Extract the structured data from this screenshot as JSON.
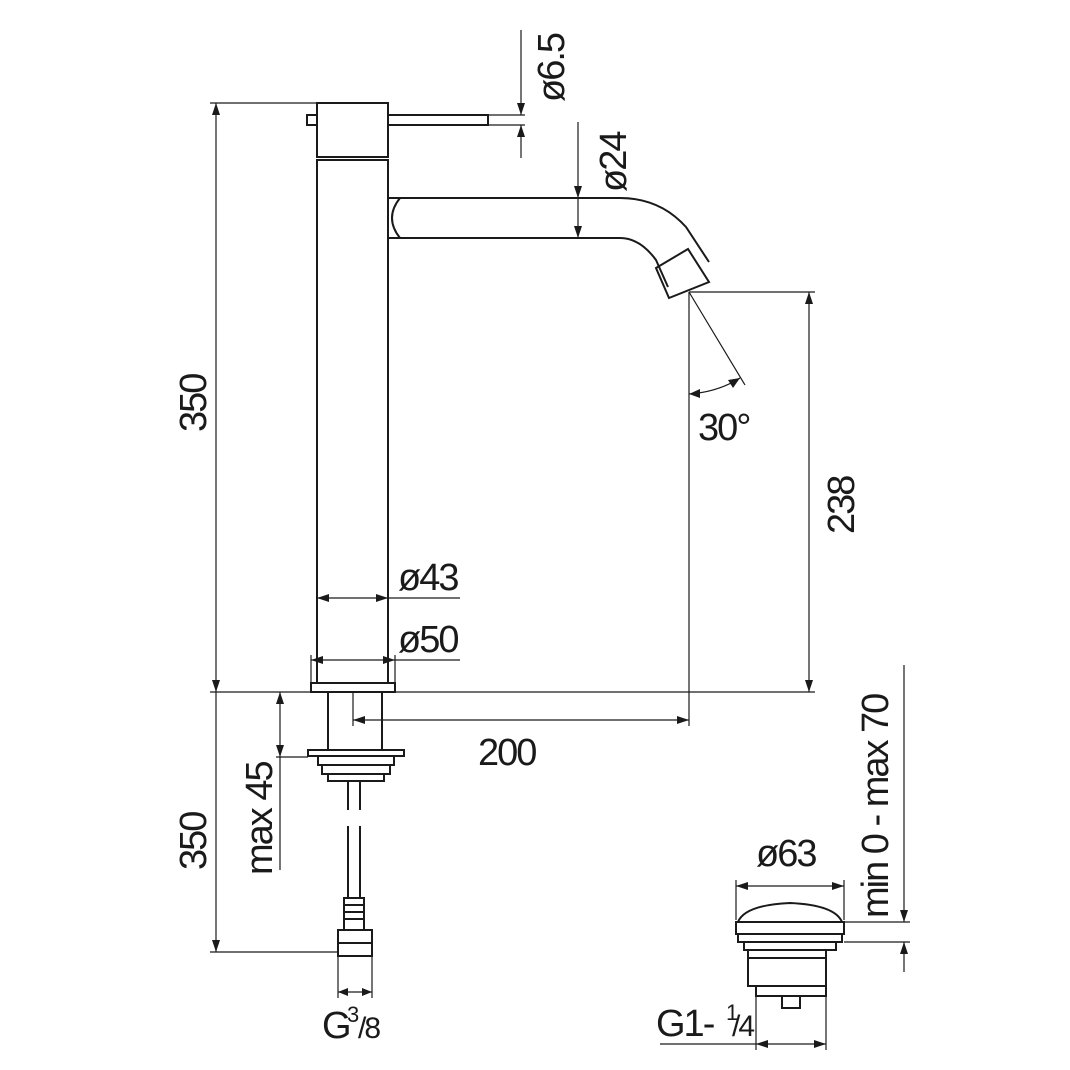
{
  "dimensions": {
    "d_lever": "ø6.5",
    "d_spout": "ø24",
    "h_total": "350",
    "angle": "30°",
    "h_outlet": "238",
    "d_body": "ø43",
    "d_base": "ø50",
    "reach": "200",
    "max_deck": "max 45",
    "h_hose": "350",
    "d_waste": "ø63",
    "waste_range": "min 0 - max 70",
    "thread_hose_main": "G",
    "thread_hose_num": "3",
    "thread_hose_den": "/8",
    "thread_waste_main": "G1-",
    "thread_waste_num": "1",
    "thread_waste_den": "/4"
  }
}
